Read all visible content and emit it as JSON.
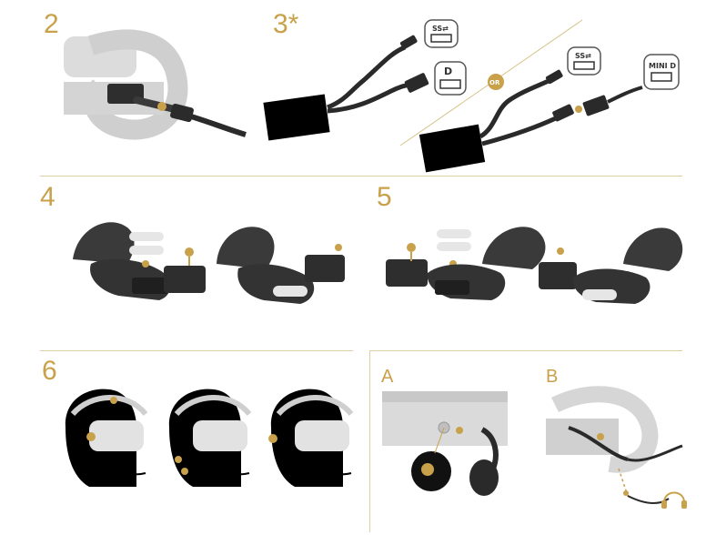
{
  "steps": {
    "s2": "2",
    "s3": "3*",
    "s4": "4",
    "s5": "5",
    "s6": "6"
  },
  "sub_labels": {
    "a": "A",
    "b": "B"
  },
  "port_labels": {
    "usb1": "SS⇄",
    "dp": "D",
    "usb2": "SS⇄",
    "mini_dp": "MINI D"
  },
  "or_badge": "OR",
  "colors": {
    "accent": "#c8a14a",
    "rule": "#dfcfa3",
    "device": "#3a3a3a",
    "device_light": "#d9d9d9",
    "black": "#000000"
  }
}
